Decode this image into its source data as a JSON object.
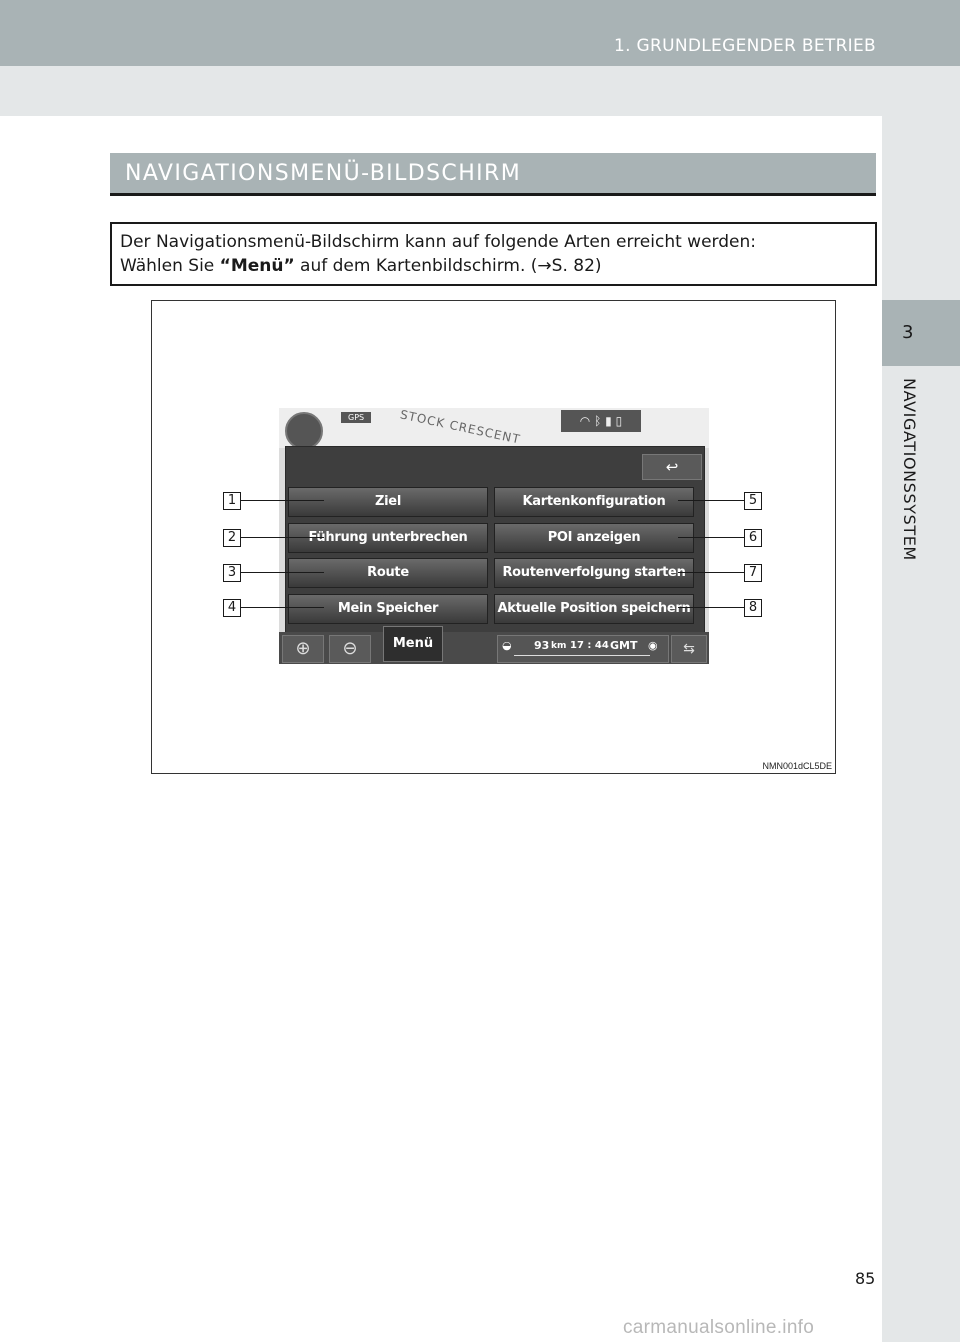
{
  "header": {
    "chapter_title": "1. GRUNDLEGENDER BETRIEB"
  },
  "side_tab": {
    "number": "3",
    "label": "NAVIGATIONSSYSTEM"
  },
  "section": {
    "title": "NAVIGATIONSMENÜ-BILDSCHIRM"
  },
  "intro": {
    "line1": "Der Navigationsmenü-Bildschirm kann auf folgende Arten erreicht werden:",
    "line2_pre": "Wählen Sie ",
    "line2_bold": "“Menü”",
    "line2_post": " auf dem Kartenbildschirm. (→S. 82)"
  },
  "figure": {
    "code": "NMN001dCL5DE",
    "screen": {
      "street": "STOCK CRESCENT",
      "gps_label": "GPS",
      "back_icon": "back-arrow-icon",
      "menu_buttons": [
        {
          "number": "1",
          "label": "Ziel"
        },
        {
          "number": "2",
          "label": "Führung unterbrechen"
        },
        {
          "number": "3",
          "label": "Route"
        },
        {
          "number": "4",
          "label": "Mein Speicher"
        },
        {
          "number": "5",
          "label": "Kartenkonfiguration"
        },
        {
          "number": "6",
          "label": "POI anzeigen"
        },
        {
          "number": "7",
          "label": "Routenverfolgung starten"
        },
        {
          "number": "8",
          "label": "Aktuelle Position speichern"
        }
      ],
      "bottom_bar": {
        "menu_label": "Menü",
        "distance": "93",
        "distance_unit": "km",
        "time": "17 : 44",
        "timezone": "GMT"
      }
    }
  },
  "footer": {
    "page_number": "85",
    "watermark": "carmanualsonline.info"
  }
}
